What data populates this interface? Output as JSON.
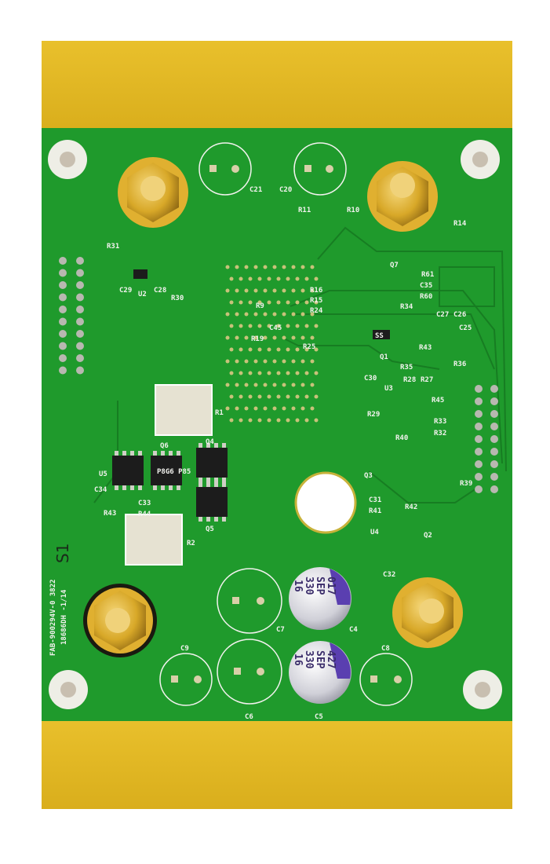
{
  "colors": {
    "flex": "#e3b824",
    "board": "#1f9a2c",
    "silkscreen": "#f2f2ee",
    "pad": "#d8cfa8",
    "brass": "#d8a828",
    "cap_sleeve": "#5a3fb0"
  },
  "labels": [
    "C21",
    "C20",
    "R11",
    "R10",
    "R14",
    "R31",
    "U2",
    "C29",
    "C28",
    "R30",
    "Q7",
    "R61",
    "C35",
    "R60",
    "R16",
    "R15",
    "R24",
    "C27",
    "C26",
    "C25",
    "R9",
    "C45",
    "R19",
    "R25",
    "R34",
    "Q1",
    "R35",
    "R43",
    "R36",
    "C30",
    "U3",
    "R28",
    "R27",
    "R45",
    "R29",
    "R33",
    "R32",
    "R40",
    "R1",
    "Q6",
    "Q4",
    "U5",
    "C34",
    "C33",
    "R43",
    "R44",
    "Q5",
    "R2",
    "Q3",
    "C31",
    "R42",
    "R41",
    "R39",
    "U4",
    "Q2",
    "C32",
    "C7",
    "C4",
    "C9",
    "C6",
    "C5",
    "C8"
  ],
  "fab_text": {
    "line1": "FAB-900294V-0 3822",
    "line2": "18686DH -1/14"
  },
  "handwriting": "S1",
  "cap_c4": {
    "lot": "017",
    "series": "SEP",
    "value": "330",
    "voltage": "16"
  },
  "cap_c5": {
    "lot": "427",
    "series": "SEP",
    "value": "330",
    "voltage": "16"
  },
  "ic_marks": {
    "q1": "SS",
    "q6": "P8G6 P85"
  }
}
